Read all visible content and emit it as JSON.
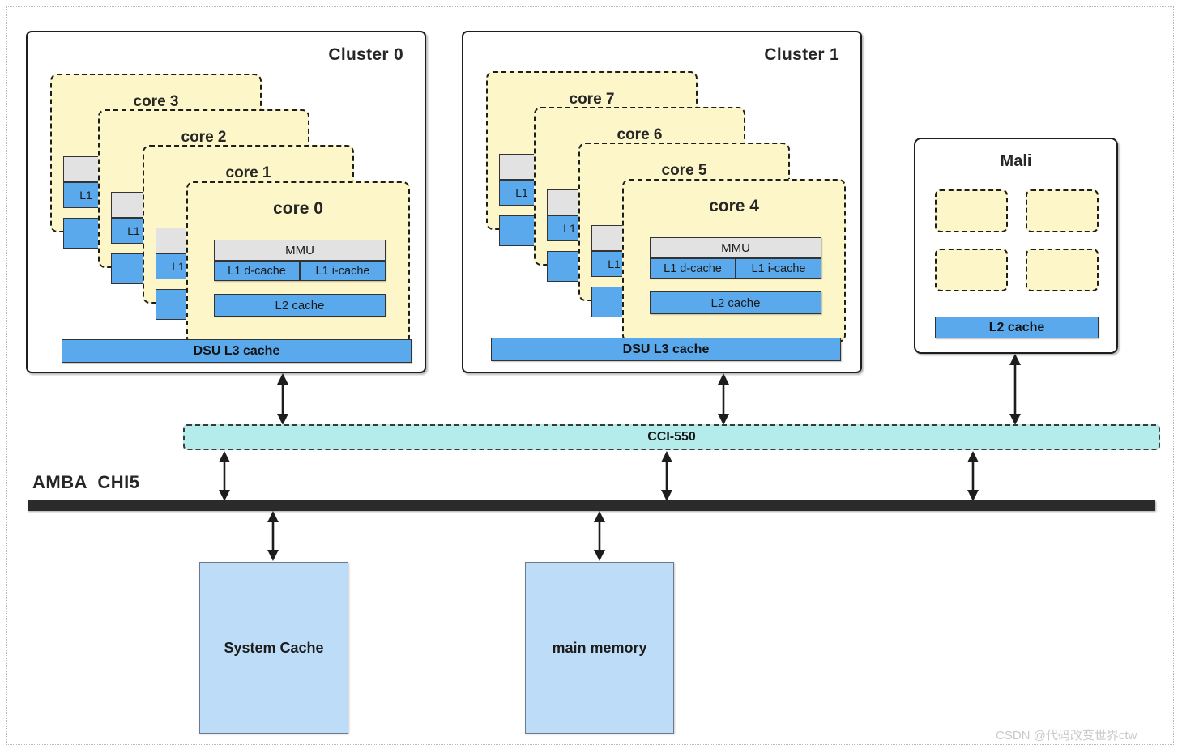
{
  "diagram": {
    "title": "ARM big.LITTLE SoC cache hierarchy block diagram",
    "colors": {
      "core_fill": "#fdf6c9",
      "cache_blue": "#5aa9ec",
      "mmu_gray": "#e2e2e2",
      "cci_cyan": "#b4ecec",
      "memory_blue": "#bcdcf7",
      "bus_black": "#2b2b2b",
      "outline": "#1d1d1d"
    }
  },
  "clusters": [
    {
      "title": "Cluster 0",
      "dsu_label": "DSU  L3 cache",
      "cores": [
        {
          "label": "core 3",
          "l1_label": "L1"
        },
        {
          "label": "core 2",
          "l1_label": "L1"
        },
        {
          "label": "core 1",
          "l1_label": "L1"
        },
        {
          "label": "core 0",
          "l1_label": "L1",
          "mmu_label": "MMU",
          "l1d_label": "L1 d-cache",
          "l1i_label": "L1 i-cache",
          "l2_label": "L2 cache"
        }
      ]
    },
    {
      "title": "Cluster 1",
      "dsu_label": "DSU L3 cache",
      "cores": [
        {
          "label": "core 7",
          "l1_label": "L1"
        },
        {
          "label": "core 6",
          "l1_label": "L1"
        },
        {
          "label": "core 5",
          "l1_label": "L1"
        },
        {
          "label": "core 4",
          "l1_label": "L1",
          "mmu_label": "MMU",
          "l1d_label": "L1 d-cache",
          "l1i_label": "L1 i-cache",
          "l2_label": "L2 cache"
        }
      ]
    }
  ],
  "gpu": {
    "title": "Mali",
    "l2_label": "L2 cache",
    "shader_core_count": 4
  },
  "interconnect": {
    "label": "CCI-550"
  },
  "bus": {
    "label": "AMBA  CHI5"
  },
  "memories": [
    {
      "label": "System Cache"
    },
    {
      "label": "main memory"
    }
  ],
  "watermark": {
    "text": "CSDN @代码改变世界ctw"
  }
}
